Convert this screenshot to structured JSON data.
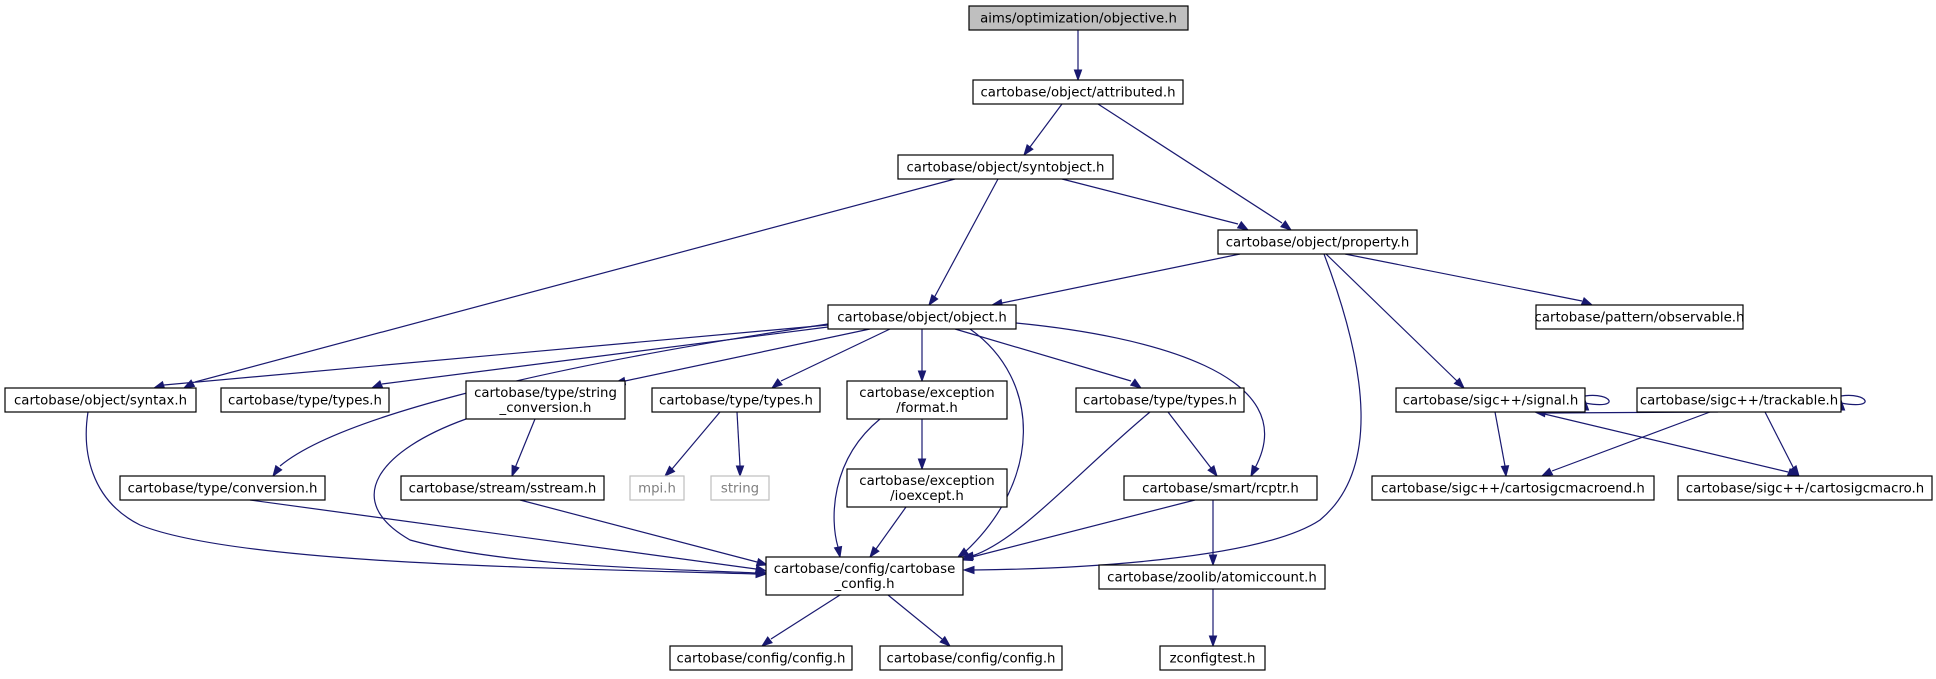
{
  "graph": {
    "nodes": {
      "n0": "aims/optimization/objective.h",
      "n1": "cartobase/object/attributed.h",
      "n2": "cartobase/object/syntobject.h",
      "n3": "cartobase/object/property.h",
      "n4": "cartobase/object/object.h",
      "n5": "cartobase/pattern/observable.h",
      "n6": "cartobase/object/syntax.h",
      "n7": "cartobase/type/types.h",
      "n8": [
        "cartobase/type/string",
        "_conversion.h"
      ],
      "n9": "cartobase/type/types.h",
      "n10": [
        "cartobase/exception",
        "/format.h"
      ],
      "n11": "cartobase/type/types.h",
      "n12": "cartobase/sigc++/signal.h",
      "n13": "cartobase/sigc++/trackable.h",
      "n14": "cartobase/type/conversion.h",
      "n15": "cartobase/stream/sstream.h",
      "n16": "mpi.h",
      "n17": "string",
      "n18": [
        "cartobase/exception",
        "/ioexcept.h"
      ],
      "n19": "cartobase/smart/rcptr.h",
      "n20": "cartobase/sigc++/cartosigcmacroend.h",
      "n21": "cartobase/sigc++/cartosigcmacro.h",
      "n22": [
        "cartobase/config/cartobase",
        "_config.h"
      ],
      "n23": "cartobase/zoolib/atomiccount.h",
      "n24": "cartobase/config/config.h",
      "n25": "cartobase/config/config.h",
      "n26": "zconfigtest.h"
    }
  }
}
